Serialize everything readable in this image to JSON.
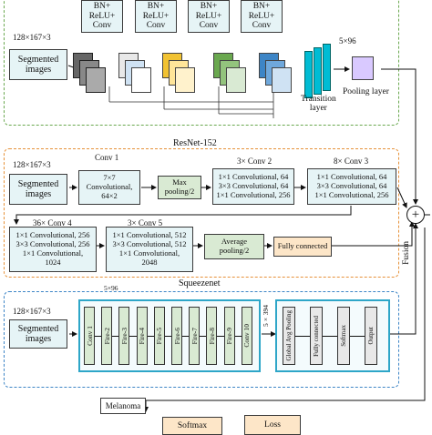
{
  "densenet": {
    "input_dim": "128×167×3",
    "input_label": "Segmented images",
    "block_label": "BN+\nReLU+\nConv",
    "transition_dim": "5×96",
    "transition_label": "Transition\nlayer",
    "pooling_label": "Pooling layer"
  },
  "resnet": {
    "title": "ResNet-152",
    "input_dim": "128×167×3",
    "input_label": "Segmented images",
    "conv1_title": "Conv 1",
    "conv1_box": "7×7\nConvolutional,\n64×2",
    "maxpool": "Max\npooling/2",
    "conv2_title": "3× Conv 2",
    "conv2_box": "1×1 Convolutional, 64\n3×3 Convolutional, 64\n1×1 Convolutional, 256",
    "conv3_title": "8× Conv 3",
    "conv3_box": "1×1 Convolutional, 64\n3×3 Convolutional, 64\n1×1 Convolutional, 256",
    "conv4_title": "36× Conv 4",
    "conv4_box": "1×1 Convolutional, 256\n3×3 Convolutional, 256\n1×1 Convolutional,\n1024",
    "conv5_title": "3× Conv 5",
    "conv5_box": "1×1 Convolutional, 512\n3×3 Convolutional, 512\n1×1 Convolutional,\n2048",
    "avgpool": "Average\npooling/2",
    "fc": "Fully connected"
  },
  "squeezenet": {
    "title": "Squeezenet",
    "input_dim": "128×167×3",
    "input_label": "Segmented images",
    "layers": [
      "Conv 1",
      "Fire-2",
      "Fire-3",
      "Fire-4",
      "Fire-5",
      "Fire-6",
      "Fire-7",
      "Fire-8",
      "Fire-9",
      "Conv 10"
    ],
    "dim1": "5×96",
    "dim2": "5×394",
    "head": [
      "Global Avg Pooling",
      "Fully connected",
      "Softmax",
      "Output"
    ]
  },
  "fusion": {
    "label": "Fusion",
    "symbol": "+"
  },
  "bottom": {
    "melanoma": "Melanoma",
    "softmax": "Softmax",
    "loss": "Loss"
  },
  "colors": {
    "densenet_frame": "#6aa84f",
    "resnet_frame": "#e69138",
    "squeezenet_frame": "#3d85c6",
    "box_fill": "#e6f4f6",
    "green_box": "#d9ead3",
    "orange_box": "#fde6c8"
  }
}
